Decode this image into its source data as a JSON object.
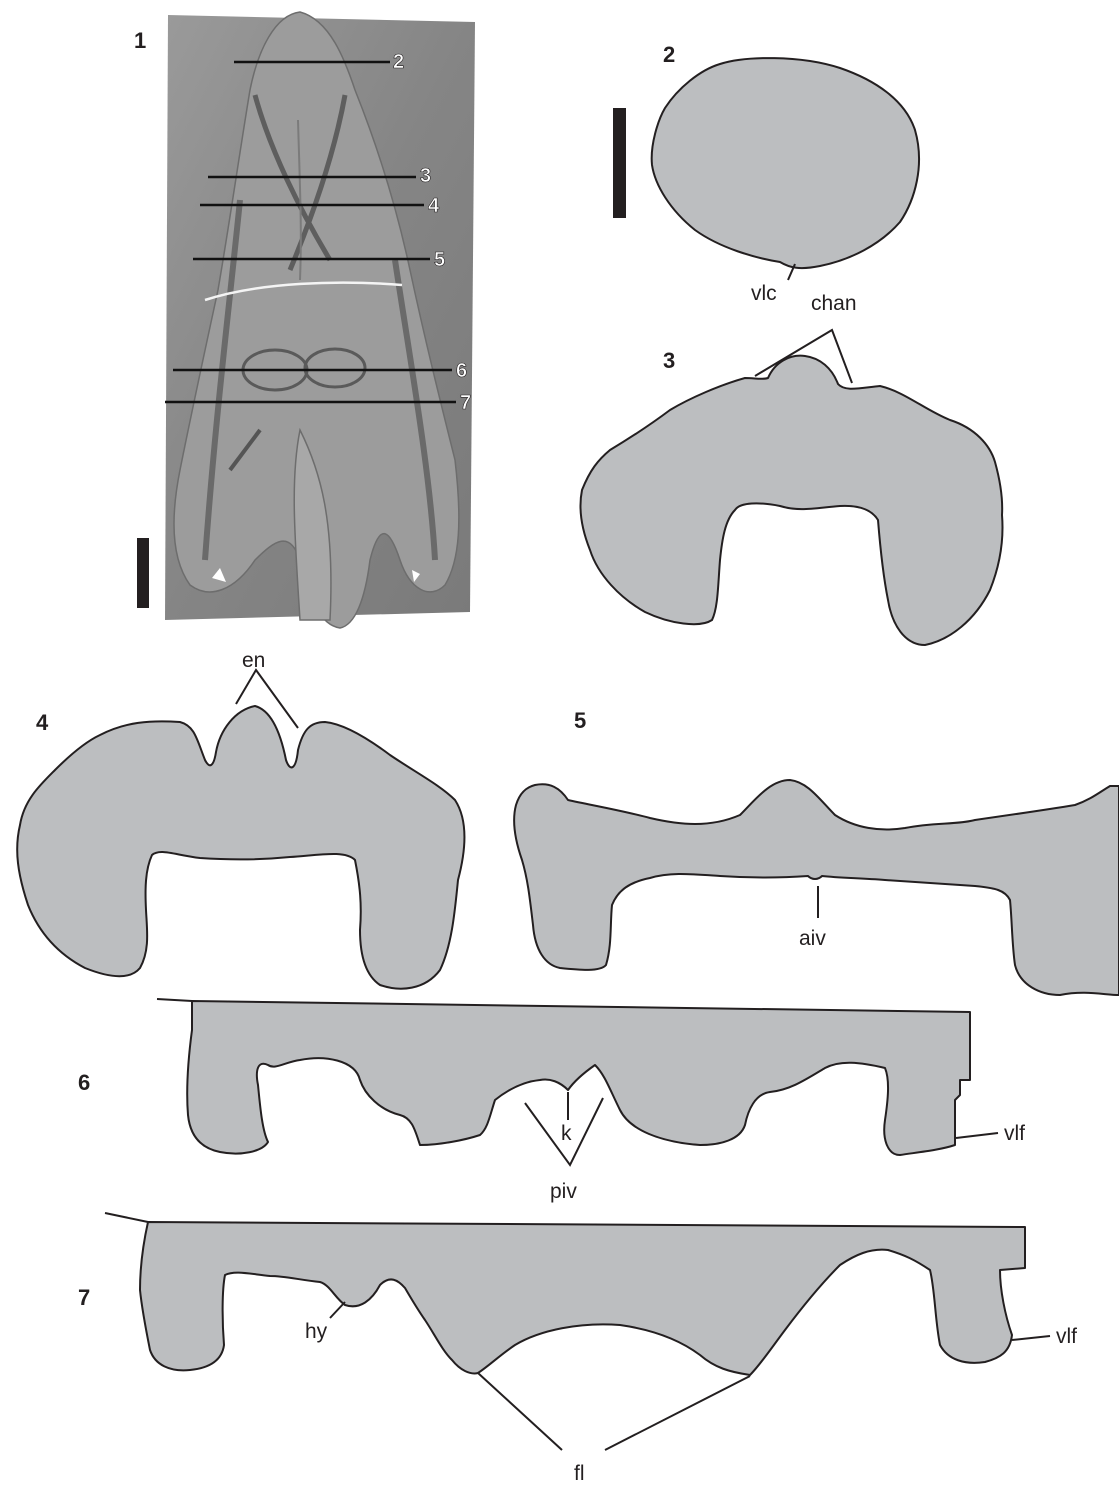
{
  "panels": {
    "p1": "1",
    "p2": "2",
    "p3": "3",
    "p4": "4",
    "p5": "5",
    "p6": "6",
    "p7": "7"
  },
  "section_lines": [
    "2",
    "3",
    "4",
    "5",
    "6",
    "7"
  ],
  "labels": {
    "vlc": "vlc",
    "chan": "chan",
    "en": "en",
    "aiv": "aiv",
    "k": "k",
    "piv": "piv",
    "vlf6": "vlf",
    "hy": "hy",
    "vlf7": "vlf",
    "fl": "fl"
  },
  "colors": {
    "section_fill": "#bcbec0",
    "outline": "#231f20",
    "photo_base": "#8a8a8a"
  }
}
